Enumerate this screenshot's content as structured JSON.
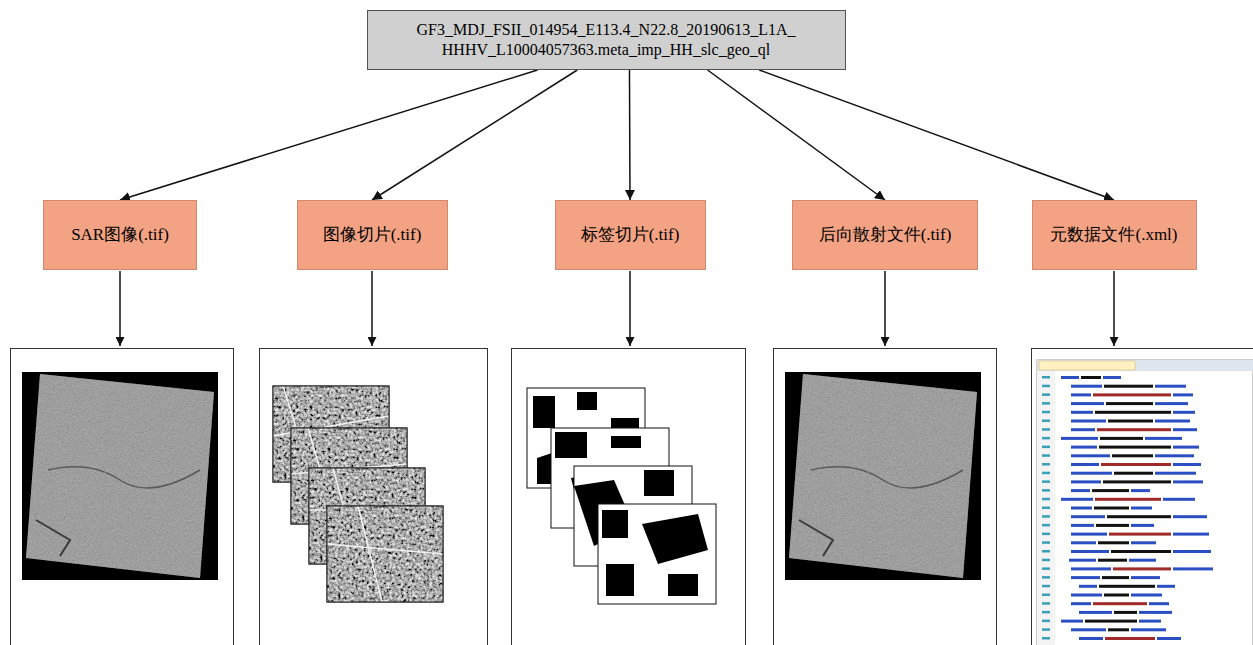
{
  "diagram": {
    "nodes": [
      {
        "text": [
          "GF3_MDJ_FSII_014954_E113.4_N22.8_20190613_L1A_ HHHV_L10004057363.meta_imp_HH_slc_geo_ql"
        ]
      },
      {
        "text": [
          "SAR图像(.tif)"
        ]
      },
      {
        "text": [
          "图像切片(.tif)"
        ]
      },
      {
        "text": [
          "标签切片(.tif)"
        ]
      },
      {
        "text": [
          "后向散射文件(.tif)"
        ]
      },
      {
        "text": [
          "元数据文件(.xml)"
        ]
      }
    ],
    "edges": [
      {
        "from": 0,
        "to": 1,
        "arrow": "to"
      },
      {
        "from": 0,
        "to": 2,
        "arrow": "to"
      },
      {
        "from": 0,
        "to": 3,
        "arrow": "to"
      },
      {
        "from": 0,
        "to": 4,
        "arrow": "to"
      },
      {
        "from": 0,
        "to": 5,
        "arrow": "to"
      }
    ]
  }
}
